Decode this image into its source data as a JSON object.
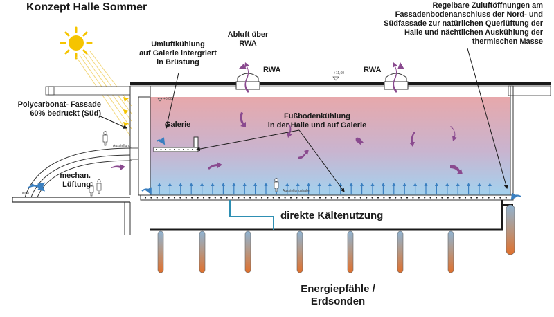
{
  "title": "Konzept Halle Sommer",
  "labels": {
    "abluft_line1": "Abluft über",
    "abluft_line2": "RWA",
    "rwa_left": "RWA",
    "rwa_right": "RWA",
    "umluft_line1": "Umluftkühlung",
    "umluft_line2": "auf Galerie intergriert",
    "umluft_line3": "in Brüstung",
    "zuluft_line1": "Regelbare Zuluftöffnungen am",
    "zuluft_line2": "Fassadenbodenanschluss der Nord- und",
    "zuluft_line3": "Südfassade zur natürlichen Querlüftung der",
    "zuluft_line4": "Halle und nächtlichen Auskühlung der",
    "zuluft_line5": "thermischen Masse",
    "poly_line1": "Polycarbonat- Fassade",
    "poly_line2": "60% bedruckt (Süd)",
    "galerie": "Galerie",
    "fussboden_line1": "Fußbodenkühlung",
    "fussboden_line2": "in der Halle und auf Galerie",
    "mechan_line1": "mechan.",
    "mechan_line2": "Lüftung",
    "kaelte": "direkte Kältenutzung",
    "energie_line1": "Energiepfähle /",
    "energie_line2": "Erdsonden",
    "level_roof": "+11,60",
    "level_galerie": "+5,00",
    "small_ausstellung_left": "Ausstellung",
    "small_ausstellung_hall": "Ausstellungshalle",
    "small_kino": "Kino"
  },
  "colors": {
    "air_cool": "#3a7fc0",
    "air_warm": "#8a4a8f",
    "hall_top": "#e7a8ab",
    "hall_bottom": "#a8d3ec",
    "pile_top": "#7ea7cc",
    "pile_bottom": "#e0702c",
    "sun": "#f5c400",
    "pipe": "#2e8fb3"
  },
  "icons": [
    "sun-icon",
    "arrow-up-icon",
    "airflow-arrow-icon",
    "person-icon"
  ]
}
